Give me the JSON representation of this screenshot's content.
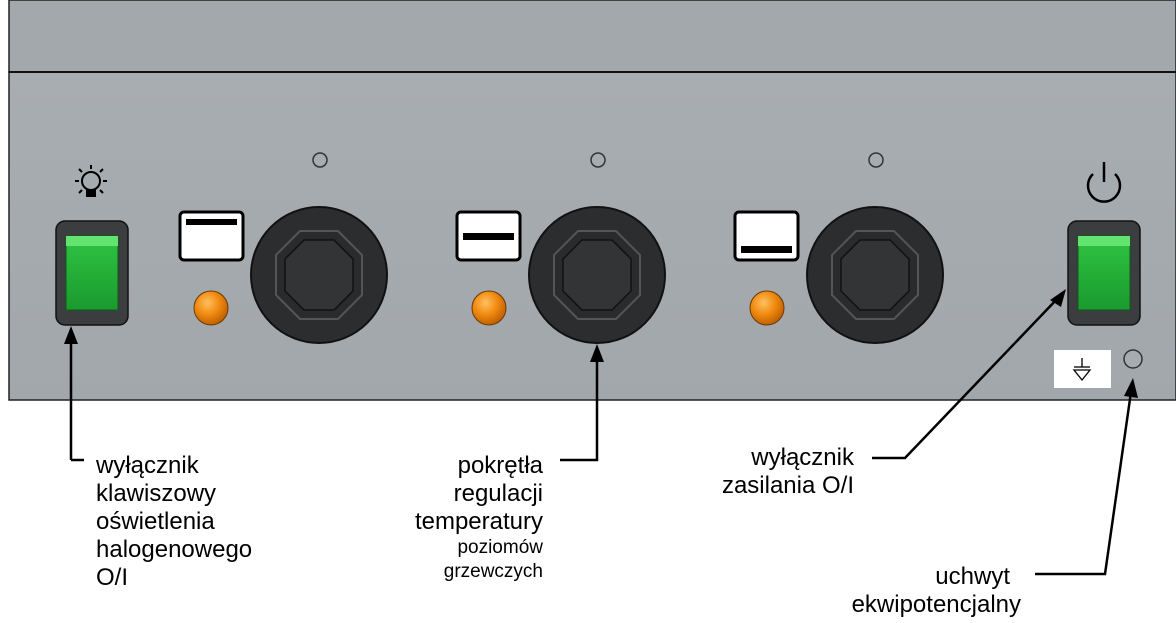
{
  "colors": {
    "panel": "#a4a9ad",
    "panel_top": "#a1a6aa",
    "knob": "#2b2c2e",
    "lamp": "#f08a10",
    "switch_green": "#22b33a",
    "switch_light": "#5fe36a"
  },
  "icons": {
    "light": "light-bulb-icon",
    "power": "power-icon",
    "ground": "equipotential-ground-icon"
  },
  "labels": {
    "light_switch": [
      "wyłącznik",
      "klawiszowy",
      "oświetlenia",
      "halogenowego",
      "O/I"
    ],
    "knobs": [
      "pokrętła",
      "regulacji",
      "temperatury"
    ],
    "knobs_small": [
      "poziomów",
      "grzewczych"
    ],
    "power_switch": [
      "wyłącznik",
      "zasilania O/I"
    ],
    "ground": [
      "uchwyt",
      "ekwipotencjalny"
    ]
  },
  "switch_states": {
    "light_switch": "on",
    "power_switch": "on"
  }
}
